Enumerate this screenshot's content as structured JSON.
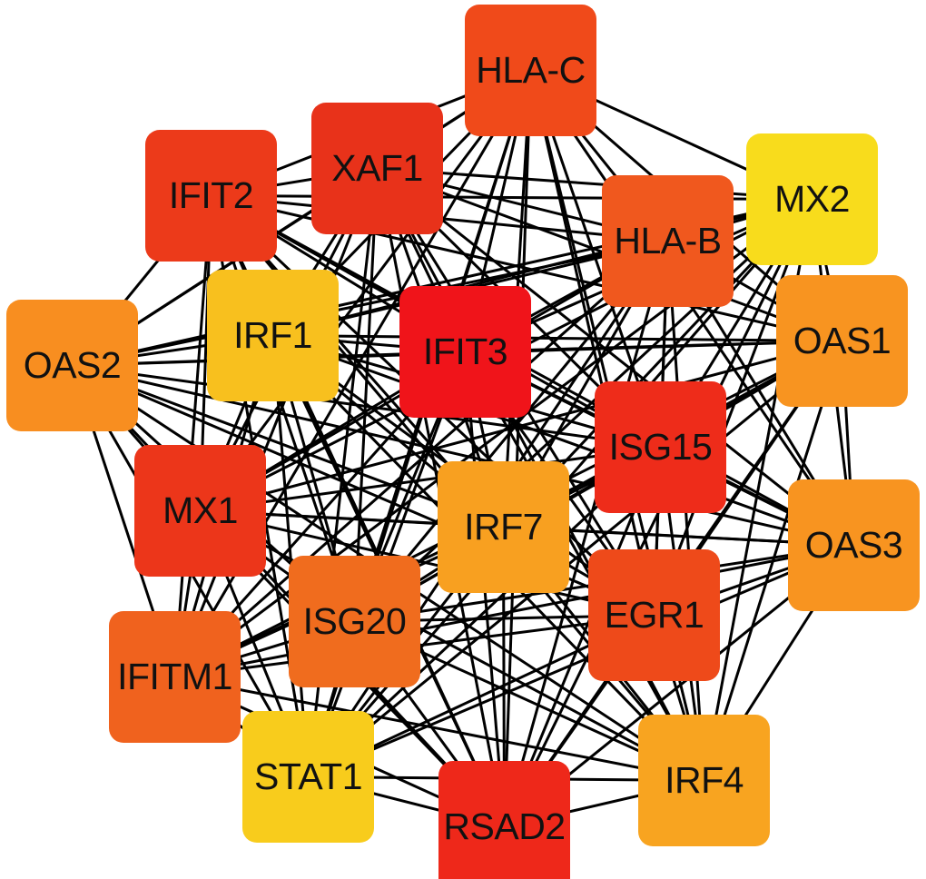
{
  "network": {
    "nodes": [
      {
        "id": "HLA-C",
        "color": "#F04A1A"
      },
      {
        "id": "XAF1",
        "color": "#E8321A"
      },
      {
        "id": "IFIT2",
        "color": "#EC3A1A"
      },
      {
        "id": "MX2",
        "color": "#F8DC1C"
      },
      {
        "id": "HLA-B",
        "color": "#F0581E"
      },
      {
        "id": "IRF1",
        "color": "#F8C01E"
      },
      {
        "id": "IFIT3",
        "color": "#F0141A"
      },
      {
        "id": "OAS2",
        "color": "#F88E20"
      },
      {
        "id": "OAS1",
        "color": "#F89420"
      },
      {
        "id": "ISG15",
        "color": "#EE2C1A"
      },
      {
        "id": "MX1",
        "color": "#EC361A"
      },
      {
        "id": "IRF7",
        "color": "#F8A020"
      },
      {
        "id": "OAS3",
        "color": "#F89420"
      },
      {
        "id": "ISG20",
        "color": "#F06C1E"
      },
      {
        "id": "EGR1",
        "color": "#EE4A1A"
      },
      {
        "id": "IFITM1",
        "color": "#F0621E"
      },
      {
        "id": "STAT1",
        "color": "#F8CC1C"
      },
      {
        "id": "IRF4",
        "color": "#F8A420"
      },
      {
        "id": "RSAD2",
        "color": "#EE281A"
      }
    ],
    "edge_color": "#000000"
  }
}
